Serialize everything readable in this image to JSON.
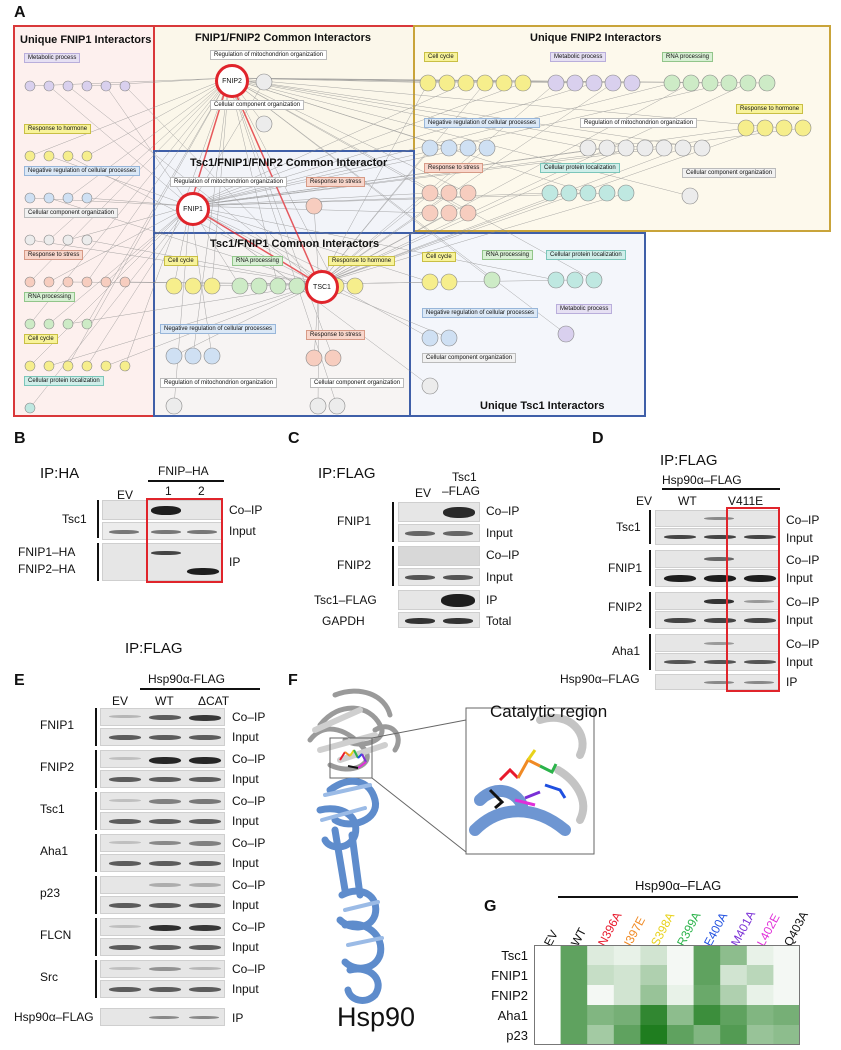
{
  "panels": {
    "A": "A",
    "B": "B",
    "C": "C",
    "D": "D",
    "E": "E",
    "F": "F",
    "G": "G"
  },
  "network": {
    "unique_fnip1": "Unique FNIP1 Interactors",
    "fnip1_fnip2_common": "FNIP1/FNIP2 Common Interactors",
    "unique_fnip2": "Unique FNIP2 Interactors",
    "tsc1_fnip1_fnip2_common": "Tsc1/FNIP1/FNIP2 Common Interactor",
    "tsc1_fnip1_common": "Tsc1/FNIP1 Common Interactors",
    "unique_tsc1": "Unique Tsc1 Interactors",
    "hub_fnip2": "FNIP2",
    "hub_fnip1": "FNIP1",
    "hub_tsc1": "TSC1",
    "cats": {
      "metabolic": "Metabolic process",
      "hormone": "Response to hormone",
      "negreg": "Negative regulation of cellular processes",
      "compo": "Cellular component organization",
      "stress": "Response to stress",
      "rna": "RNA processing",
      "cellcycle": "Cell cycle",
      "protloc": "Cellular protein localization",
      "mito": "Regulation of mitochondrion organization"
    }
  },
  "panel_b": {
    "title": "IP:HA",
    "ev": "EV",
    "group": "FNIP–HA",
    "lane1": "1",
    "lane2": "2",
    "tsc1": "Tsc1",
    "fnip1ha": "FNIP1–HA",
    "fnip2ha": "FNIP2–HA",
    "coip": "Co–IP",
    "input": "Input",
    "ip": "IP"
  },
  "panel_c": {
    "title": "IP:FLAG",
    "ev": "EV",
    "tsc1flag_a": "Tsc1",
    "tsc1flag_b": "–FLAG",
    "fnip1": "FNIP1",
    "fnip2": "FNIP2",
    "tsc1flag": "Tsc1–FLAG",
    "gapdh": "GAPDH",
    "coip": "Co–IP",
    "input": "Input",
    "ip": "IP",
    "total": "Total"
  },
  "panel_d": {
    "title": "IP:FLAG",
    "group": "Hsp90α–FLAG",
    "ev": "EV",
    "wt": "WT",
    "mut": "V411E",
    "tsc1": "Tsc1",
    "fnip1": "FNIP1",
    "fnip2": "FNIP2",
    "aha1": "Aha1",
    "hspflag": "Hsp90α–FLAG",
    "coip": "Co–IP",
    "input": "Input",
    "ip": "IP"
  },
  "panel_e": {
    "title": "IP:FLAG",
    "group": "Hsp90α-FLAG",
    "ev": "EV",
    "wt": "WT",
    "dcat": "ΔCAT",
    "rows": [
      "FNIP1",
      "FNIP2",
      "Tsc1",
      "Aha1",
      "p23",
      "FLCN",
      "Src"
    ],
    "hspflag": "Hsp90α–FLAG",
    "coip": "Co–IP",
    "input": "Input",
    "ip": "IP"
  },
  "panel_f": {
    "catalytic": "Catalytic region",
    "hsp90": "Hsp90"
  },
  "panel_g": {
    "group": "Hsp90α–FLAG",
    "columns": [
      {
        "label": "EV",
        "color": "#111111"
      },
      {
        "label": "WT",
        "color": "#111111"
      },
      {
        "label": "N396A",
        "color": "#e8192c"
      },
      {
        "label": "I397E",
        "color": "#f08a24"
      },
      {
        "label": "S398A",
        "color": "#e8d21a"
      },
      {
        "label": "R399A",
        "color": "#2bb34a"
      },
      {
        "label": "E400A",
        "color": "#1f4fe0"
      },
      {
        "label": "M401A",
        "color": "#7a2fd6"
      },
      {
        "label": "L402E",
        "color": "#e02fd8"
      },
      {
        "label": "Q403A",
        "color": "#111111"
      }
    ],
    "rows": [
      "Tsc1",
      "FNIP1",
      "FNIP2",
      "Aha1",
      "p23"
    ]
  },
  "chart_data": {
    "type": "heatmap",
    "x": [
      "EV",
      "WT",
      "N396A",
      "I397E",
      "S398A",
      "R399A",
      "E400A",
      "M401A",
      "L402E",
      "Q403A"
    ],
    "y": [
      "Tsc1",
      "FNIP1",
      "FNIP2",
      "Aha1",
      "p23"
    ],
    "values": [
      [
        0.0,
        0.7,
        0.15,
        0.1,
        0.2,
        0.05,
        0.7,
        0.5,
        0.1,
        0.05
      ],
      [
        0.0,
        0.7,
        0.25,
        0.2,
        0.35,
        0.05,
        0.7,
        0.2,
        0.3,
        0.05
      ],
      [
        0.0,
        0.7,
        0.05,
        0.2,
        0.45,
        0.1,
        0.65,
        0.35,
        0.1,
        0.05
      ],
      [
        0.0,
        0.7,
        0.55,
        0.6,
        0.9,
        0.5,
        0.85,
        0.7,
        0.55,
        0.6
      ],
      [
        0.0,
        0.7,
        0.4,
        0.7,
        0.98,
        0.7,
        0.55,
        0.75,
        0.45,
        0.5
      ]
    ],
    "colormap": [
      "#ffffff",
      "#1a7a1a"
    ]
  }
}
